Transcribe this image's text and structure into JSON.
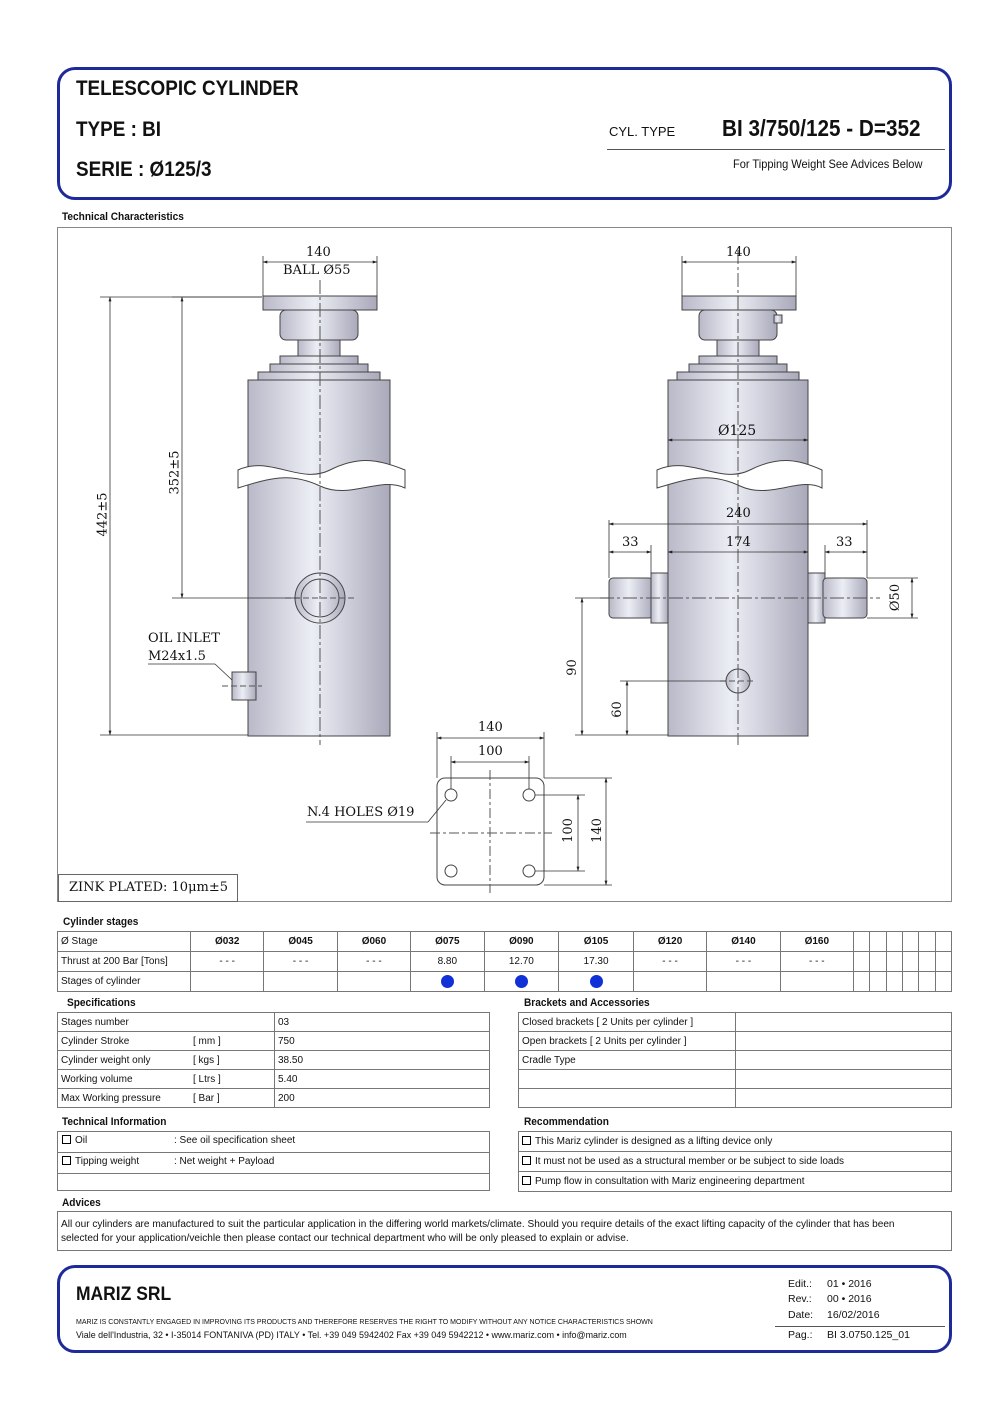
{
  "header": {
    "title": "TELESCOPIC CYLINDER",
    "type": "TYPE  : BI",
    "serie": "SERIE  : Ø125/3",
    "cyl_type_label": "CYL. TYPE",
    "cyl_type_value": "BI 3/750/125 - D=352",
    "tipping_note": "For Tipping Weight See Advices Below"
  },
  "drawing": {
    "section_title": "Technical Characteristics",
    "left_view": {
      "dim_top_width": "140",
      "ball": "BALL Ø55",
      "dim_stroke": "352±5",
      "dim_total": "442±5",
      "oil_inlet": "OIL INLET",
      "oil_thread": "M24x1.5"
    },
    "right_view": {
      "dim_top_width": "140",
      "diameter": "Ø125",
      "dim_240": "240",
      "dim_33_left": "33",
      "dim_174": "174",
      "dim_33_right": "33",
      "dim_pin_dia": "Ø50",
      "dim_90": "90",
      "dim_60": "60"
    },
    "base_view": {
      "dim_140_top": "140",
      "dim_100_top": "100",
      "dim_100_side": "100",
      "dim_140_side": "140",
      "holes": "N.4 HOLES Ø19"
    },
    "zink_plated": "ZINK PLATED: 10μm±5"
  },
  "cylinder_stages": {
    "section_title": "Cylinder stages",
    "headers": [
      "Ø Stage",
      "Ø032",
      "Ø045",
      "Ø060",
      "Ø075",
      "Ø090",
      "Ø105",
      "Ø120",
      "Ø140",
      "Ø160",
      "",
      "",
      "",
      "",
      "",
      ""
    ],
    "thrust_row": [
      "Thrust at 200 Bar [Tons]",
      "- - -",
      "- - -",
      "- - -",
      "8.80",
      "12.70",
      "17.30",
      "- - -",
      "- - -",
      "- - -",
      "",
      "",
      "",
      "",
      "",
      ""
    ],
    "stages_label": "Stages of cylinder",
    "stages_active": [
      false,
      false,
      false,
      true,
      true,
      true,
      false,
      false,
      false,
      false,
      false,
      false,
      false,
      false,
      false
    ],
    "dot_color": "#1030d8"
  },
  "specifications": {
    "section_title": "Specifications",
    "rows": [
      {
        "label": "Stages number",
        "unit": "",
        "value": "03"
      },
      {
        "label": "Cylinder Stroke",
        "unit": "[ mm ]",
        "value": "750"
      },
      {
        "label": "Cylinder weight only",
        "unit": "[ kgs ]",
        "value": "38.50"
      },
      {
        "label": "Working volume",
        "unit": "[ Ltrs ]",
        "value": "5.40"
      },
      {
        "label": "Max Working pressure",
        "unit": "[ Bar ]",
        "value": "200"
      }
    ]
  },
  "brackets": {
    "section_title": "Brackets and Accessories",
    "rows": [
      {
        "label": "Closed brackets [ 2 Units per cylinder ]",
        "value": ""
      },
      {
        "label": "Open brackets [ 2 Units per cylinder ]",
        "value": ""
      },
      {
        "label": "Cradle Type",
        "value": ""
      },
      {
        "label": "",
        "value": ""
      },
      {
        "label": "",
        "value": ""
      }
    ]
  },
  "technical_information": {
    "section_title": "Technical Information",
    "rows": [
      {
        "label": "Oil",
        "value": ": See oil specification sheet"
      },
      {
        "label": "Tipping weight",
        "value": ": Net weight + Payload"
      }
    ]
  },
  "recommendation": {
    "section_title": "Recommendation",
    "rows": [
      "This Mariz cylinder is designed as a lifting device only",
      "It must not be used as a structural member or be subject to side loads",
      "Pump flow in consultation with Mariz engineering department"
    ]
  },
  "advices": {
    "section_title": "Advices",
    "text": "All our cylinders are manufactured to suit the particular application in the differing world markets/climate. Should you require details of the exact lifting capacity of the cylinder that has been selected for your application/veichle then please contact our technical department who will be only pleased to explain or advise."
  },
  "footer": {
    "company": "MARIZ SRL",
    "legal": "MARIZ IS CONSTANTLY ENGAGED IN IMPROVING ITS PRODUCTS AND THEREFORE RESERVES THE RIGHT TO MODIFY WITHOUT ANY NOTICE CHARACTERISTICS SHOWN",
    "address": "Viale dell'Industria, 32 • I-35014 FONTANIVA (PD) ITALY • Tel. +39 049 5942402   Fax +39 049 5942212 • www.mariz.com • info@mariz.com",
    "edit_label": "Edit.:",
    "edit_value": "01 • 2016",
    "rev_label": "Rev.:",
    "rev_value": "00 • 2016",
    "date_label": "Date:",
    "date_value": "16/02/2016",
    "page_label": "Pag.:",
    "page_value": "BI  3.0750.125_01"
  },
  "colors": {
    "frame_blue": "#1f2a9a",
    "cylinder_fill": "#d9d9e4"
  }
}
